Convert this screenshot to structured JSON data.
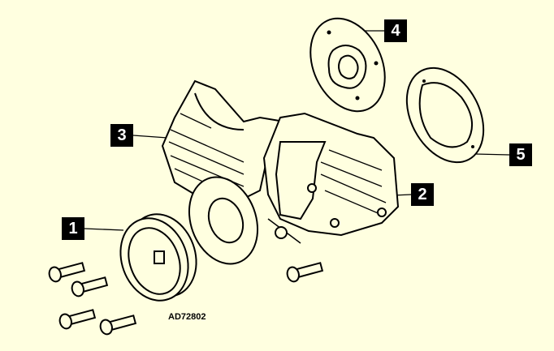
{
  "diagram": {
    "callouts": [
      "1",
      "2",
      "3",
      "4",
      "5"
    ],
    "reference_code": "AD72802",
    "background_color": "#FFFFE0"
  }
}
